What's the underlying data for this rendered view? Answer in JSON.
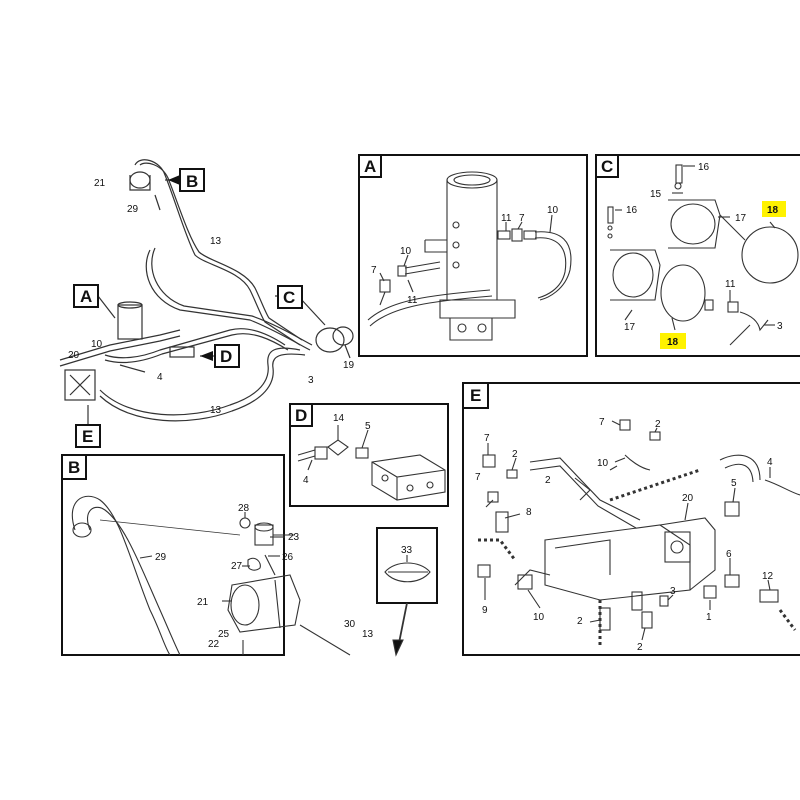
{
  "overview": {
    "callouts": {
      "a": "A",
      "b": "B",
      "c": "C",
      "d": "D",
      "e": "E"
    },
    "parts": {
      "p21": "21",
      "p29": "29",
      "p13a": "13",
      "p13b": "13",
      "p3": "3",
      "p19": "19",
      "p4": "4",
      "p20": "20",
      "p10": "10"
    }
  },
  "detail_a": {
    "letter": "A",
    "parts": {
      "p11a": "11",
      "p7a": "7",
      "p10a": "10",
      "p10b": "10",
      "p7b": "7",
      "p11b": "11"
    }
  },
  "detail_c": {
    "letter": "C",
    "parts": {
      "p16a": "16",
      "p15": "15",
      "p17a": "17",
      "p18a": "18",
      "p16b": "16",
      "p17b": "17",
      "p11": "11",
      "p3": "3",
      "p18b": "18"
    }
  },
  "detail_d": {
    "letter": "D",
    "parts": {
      "p14": "14",
      "p5": "5",
      "p4": "4"
    }
  },
  "detail_b": {
    "letter": "B",
    "parts": {
      "p28": "28",
      "p29": "29",
      "p23": "23",
      "p27": "27",
      "p26": "26",
      "p21": "21",
      "p30": "30",
      "p13": "13",
      "p25": "25",
      "p22": "22",
      "p33": "33"
    }
  },
  "detail_e": {
    "letter": "E",
    "parts": {
      "p7a": "7",
      "p2a": "2",
      "p7b": "7",
      "p2b": "2",
      "p10a": "10",
      "p4": "4",
      "p7c": "7",
      "p2c": "2",
      "p5": "5",
      "p8": "8",
      "p20": "20",
      "p6": "6",
      "p12": "12",
      "p9": "9",
      "p10b": "10",
      "p2d": "2",
      "p3": "3",
      "p1": "1",
      "p2e": "2"
    }
  },
  "colors": {
    "highlight": "#fff200",
    "line": "#222222"
  }
}
